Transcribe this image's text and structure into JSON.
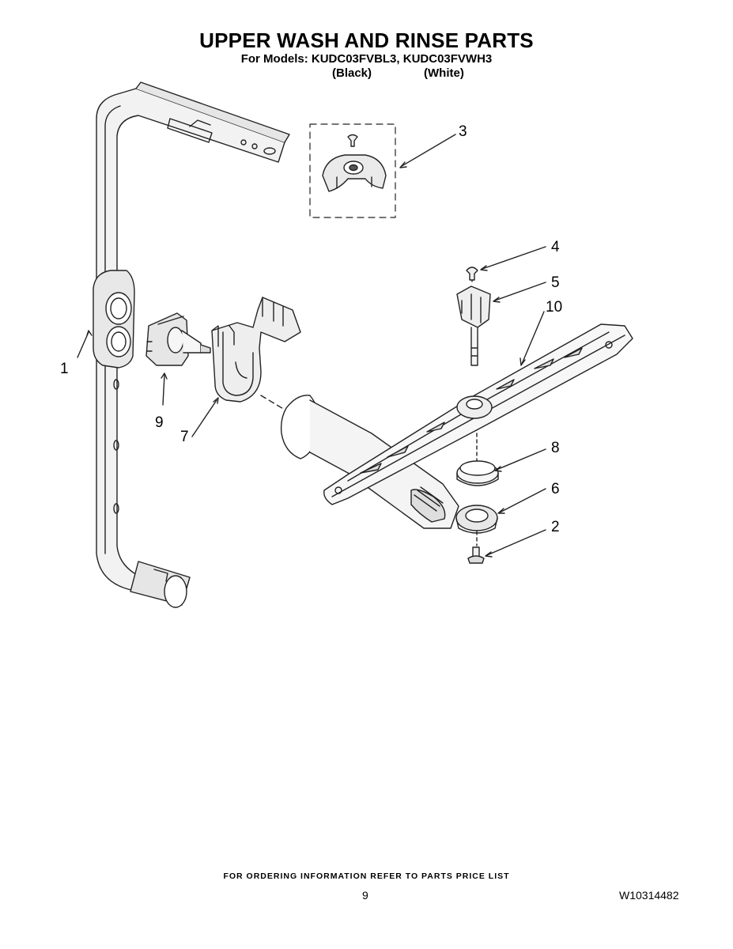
{
  "header": {
    "title": "UPPER WASH AND RINSE PARTS",
    "models_line": "For Models: KUDC03FVBL3, KUDC03FVWH3",
    "variant_black": "(Black)",
    "variant_white": "(White)"
  },
  "callouts": [
    "1",
    "2",
    "3",
    "4",
    "5",
    "6",
    "7",
    "8",
    "9",
    "10"
  ],
  "footer": {
    "ordering_note": "FOR ORDERING INFORMATION REFER TO PARTS PRICE LIST",
    "page_number": "9",
    "document_number": "W10314482"
  }
}
